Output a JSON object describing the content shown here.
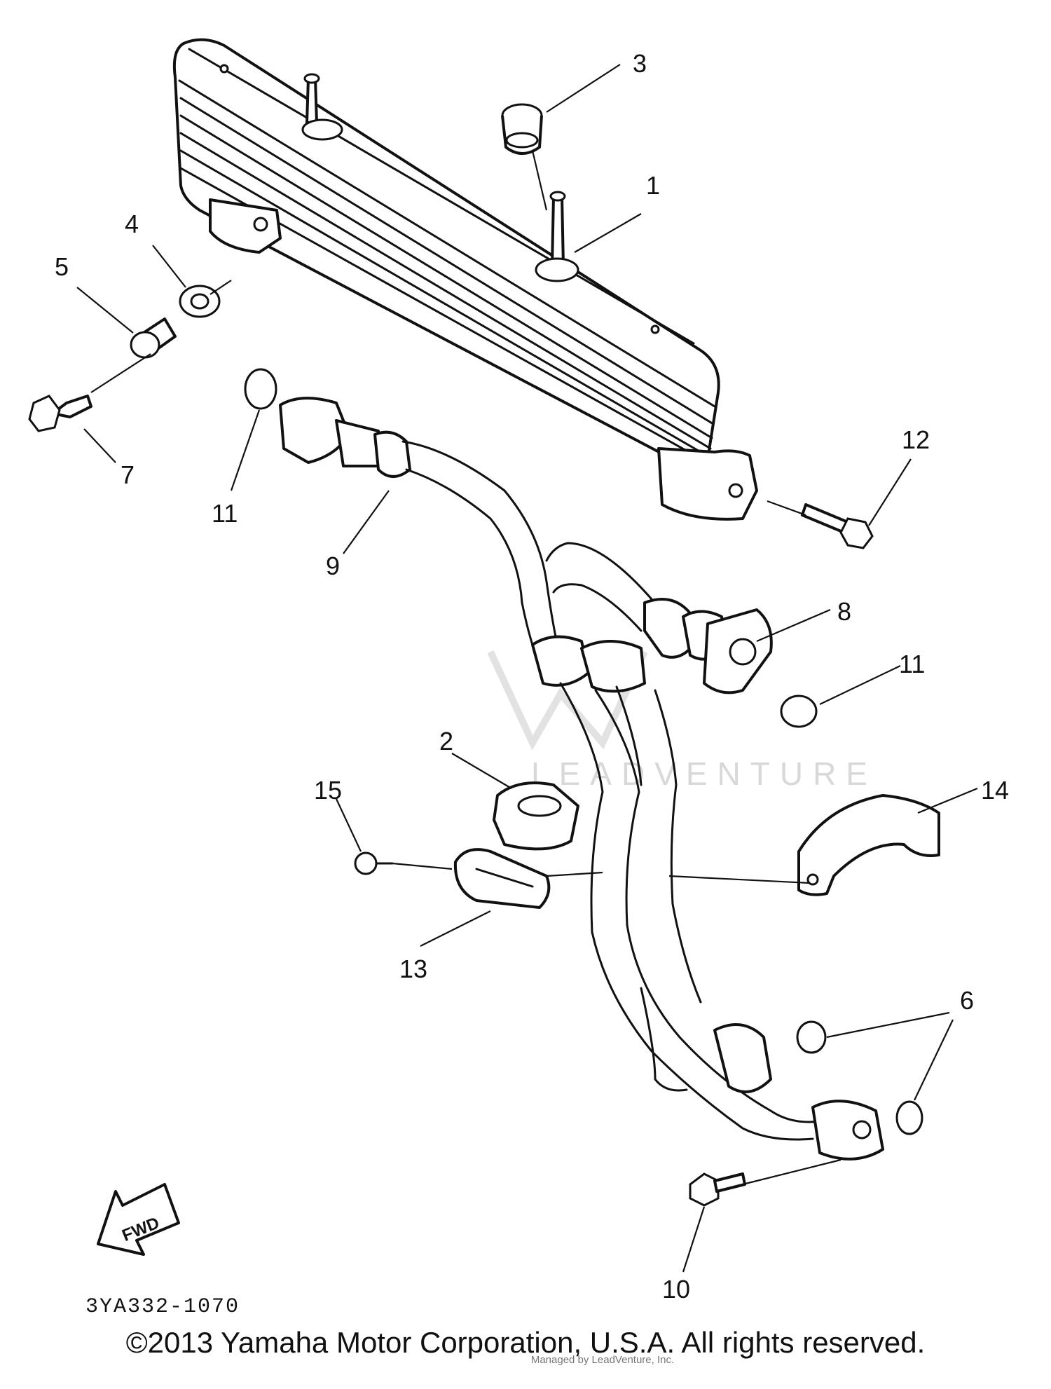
{
  "diagram": {
    "part_labels": [
      "1",
      "2",
      "3",
      "4",
      "5",
      "6",
      "7",
      "8",
      "9",
      "10",
      "11",
      "11",
      "12",
      "13",
      "14",
      "15"
    ],
    "figure_code": "3YA332-1070",
    "fwd_arrow_text": "FWD",
    "watermark": "LEADVENTURE",
    "footer_small": "Managed by LeadVenture, Inc.",
    "copyright": "©2013 Yamaha Motor Corporation, U.S.A. All rights reserved."
  }
}
